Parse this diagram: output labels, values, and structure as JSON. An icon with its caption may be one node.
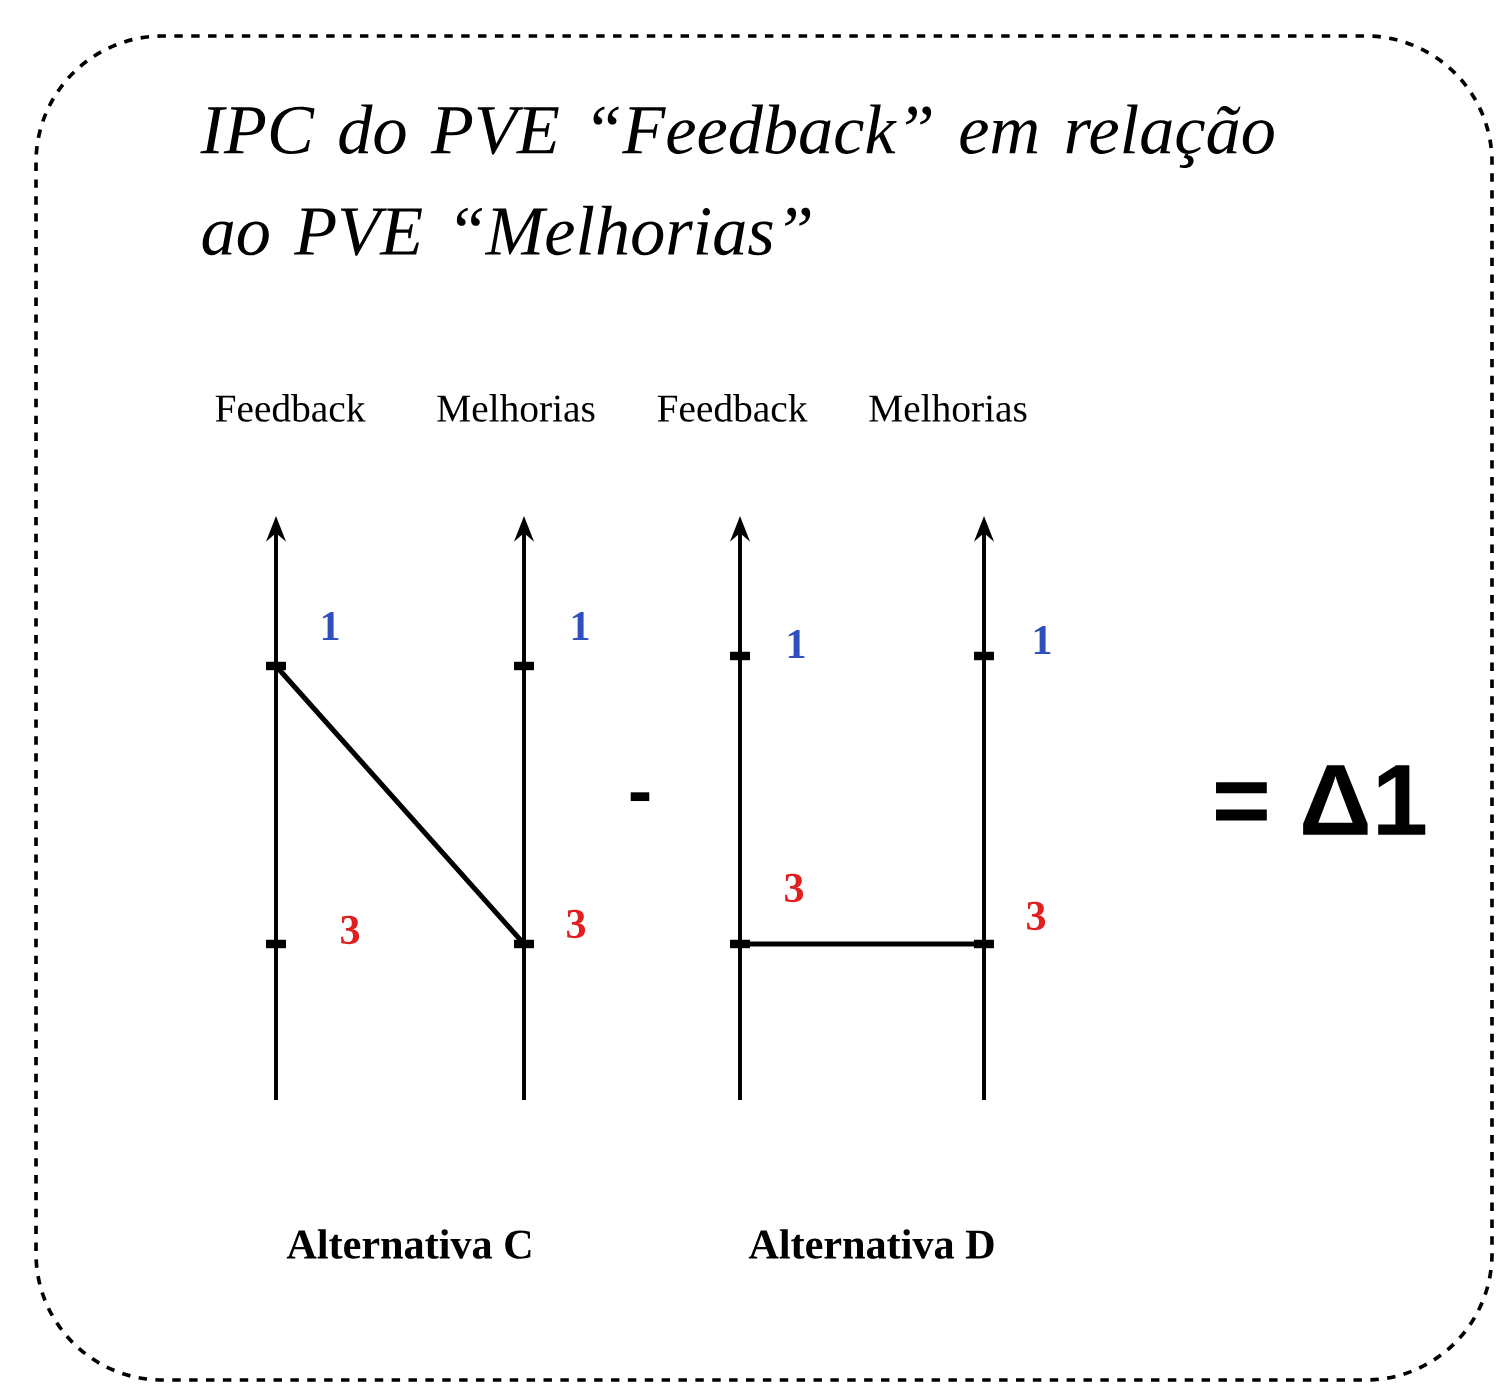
{
  "diagram": {
    "title": "IPC do PVE “Feedback” em relação ao PVE “Melhorias”",
    "labels": [
      "Feedback",
      "Melhorias",
      "Feedback",
      "Melhorias",
      "1",
      "1",
      "1",
      "1",
      "-",
      "= Δ1",
      "3",
      "3",
      "3",
      "3",
      "Alternativa C",
      "Alternativa D"
    ]
  }
}
